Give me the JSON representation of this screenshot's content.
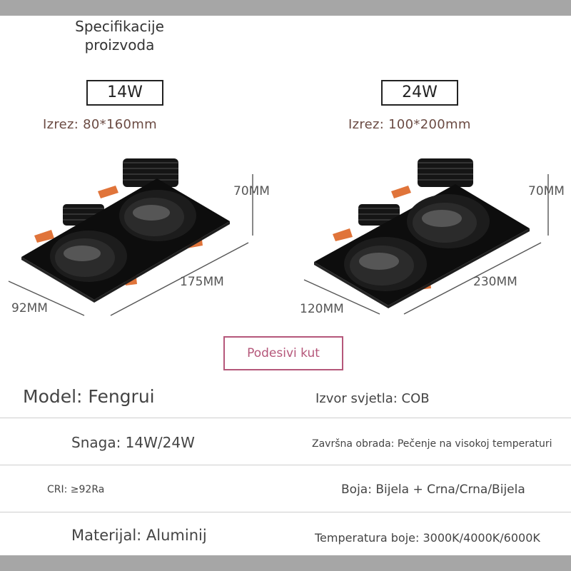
{
  "header": {
    "title": "Specifikacije proizvoda"
  },
  "products": [
    {
      "watt_label": "14W",
      "cutout": "Izrez: 80*160mm",
      "height": "70MM",
      "length": "175MM",
      "width": "92MM"
    },
    {
      "watt_label": "24W",
      "cutout": "Izrez: 100*200mm",
      "height": "70MM",
      "length": "230MM",
      "width": "120MM"
    }
  ],
  "adjust_button": {
    "label": "Podesivi kut"
  },
  "specs": {
    "model": "Model: Fengrui",
    "light_source": "Izvor svjetla: COB",
    "power": "Snaga: 14W/24W",
    "finish": "Završna obrada: Pečenje na visokoj temperaturi",
    "cri": "CRI: ≥92Ra",
    "color": "Boja: Bijela + Crna/Crna/Bijela",
    "material": "Materijal: Aluminij",
    "color_temp": "Temperatura boje: 3000K/4000K/6000K"
  },
  "colors": {
    "accent": "#b5577a",
    "cutout_text": "#6b4b43",
    "housing": "#111111",
    "clip": "#e0743a"
  }
}
